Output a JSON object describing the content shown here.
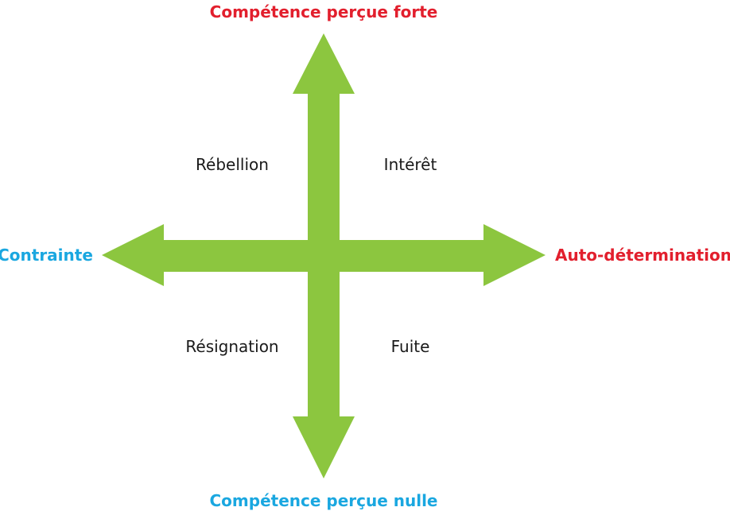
{
  "colors": {
    "arrow": "#8cc63f",
    "pole_positive": "#e21f2d",
    "pole_negative": "#1aa7e0",
    "quadrant_text": "#1a1a1a"
  },
  "axes": {
    "top": "Compétence perçue forte",
    "bottom": "Compétence perçue nulle",
    "left": "Contrainte",
    "right": "Auto-détermination"
  },
  "quadrants": {
    "top_left": "Rébellion",
    "top_right": "Intérêt",
    "bottom_left": "Résignation",
    "bottom_right": "Fuite"
  }
}
